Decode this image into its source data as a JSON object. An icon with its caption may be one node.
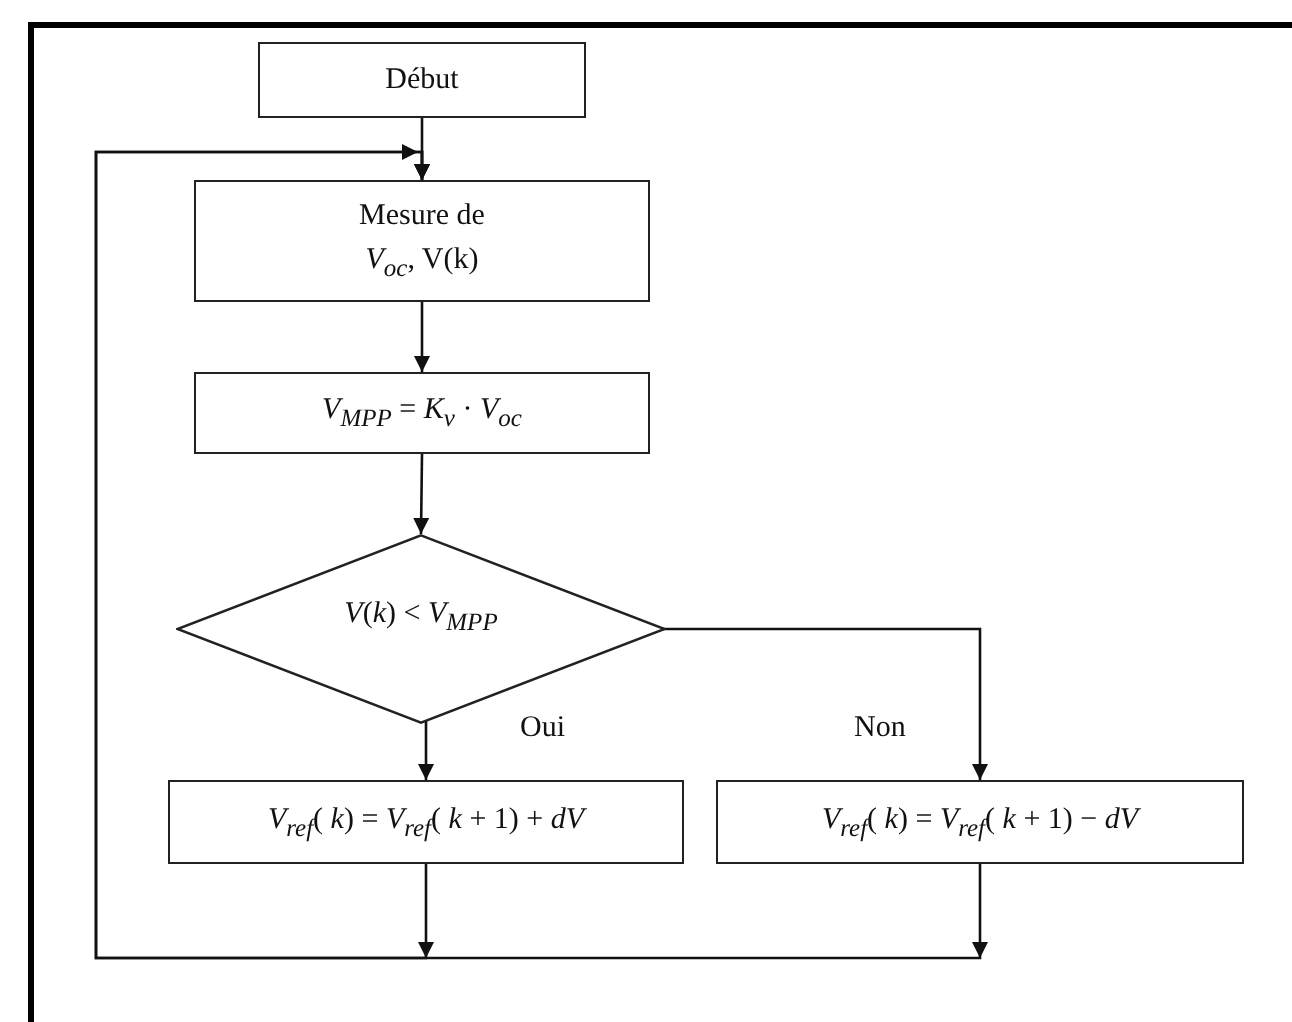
{
  "diagram": {
    "nodes": [
      {
        "text": [
          "Début"
        ]
      },
      {
        "text": [
          "Mesure de *V*$_{oc}$, V(k)"
        ]
      },
      {
        "text": [
          "*V*$_{MPP}$ = *K*$_{v}$ · *V*$_{oc}$"
        ]
      },
      {
        "text": [
          "*V*(*k*) < *V*$_{MPP}$"
        ]
      },
      {
        "text": [
          "*V*$_{ref}$( *k*) = *V*$_{ref}$( *k* + 1) + *dV*"
        ]
      },
      {
        "text": [
          "*V*$_{ref}$( *k*) = *V*$_{ref}$( *k* + 1) − *dV*"
        ]
      }
    ],
    "edges": [
      {
        "from": 0,
        "to": 1,
        "arrow": "to"
      },
      {
        "from": 1,
        "to": 2,
        "arrow": "to"
      },
      {
        "from": 2,
        "to": 3,
        "arrow": "to"
      },
      {
        "from": 3,
        "to": 4,
        "arrow": "to",
        "label": "Oui"
      },
      {
        "from": 3,
        "to": 5,
        "arrow": "to",
        "label": "Non"
      },
      {
        "from": 4,
        "to": 1,
        "arrow": "to"
      },
      {
        "from": 5,
        "to": 1,
        "arrow": "to"
      }
    ]
  }
}
